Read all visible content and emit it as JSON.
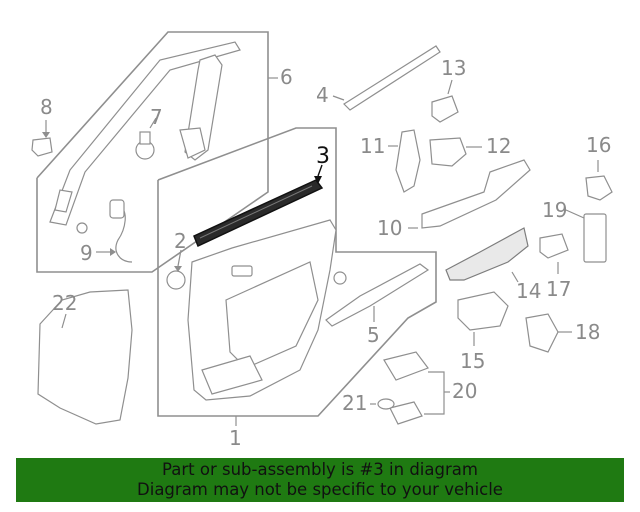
{
  "highlight_part": "3",
  "highlight_color": "#111111",
  "part_color": "#8a8a8a",
  "banner": {
    "line1": "Part or sub-assembly is #3 in diagram",
    "line2": "Diagram may not be specific to your vehicle",
    "background": "#1f7a12"
  },
  "callouts": {
    "p1": "1",
    "p2": "2",
    "p3": "3",
    "p4": "4",
    "p5": "5",
    "p6": "6",
    "p7": "7",
    "p8": "8",
    "p9": "9",
    "p10": "10",
    "p11": "11",
    "p12": "12",
    "p13": "13",
    "p14": "14",
    "p15": "15",
    "p16": "16",
    "p17": "17",
    "p18": "18",
    "p19": "19",
    "p20": "20",
    "p21": "21",
    "p22": "22"
  }
}
